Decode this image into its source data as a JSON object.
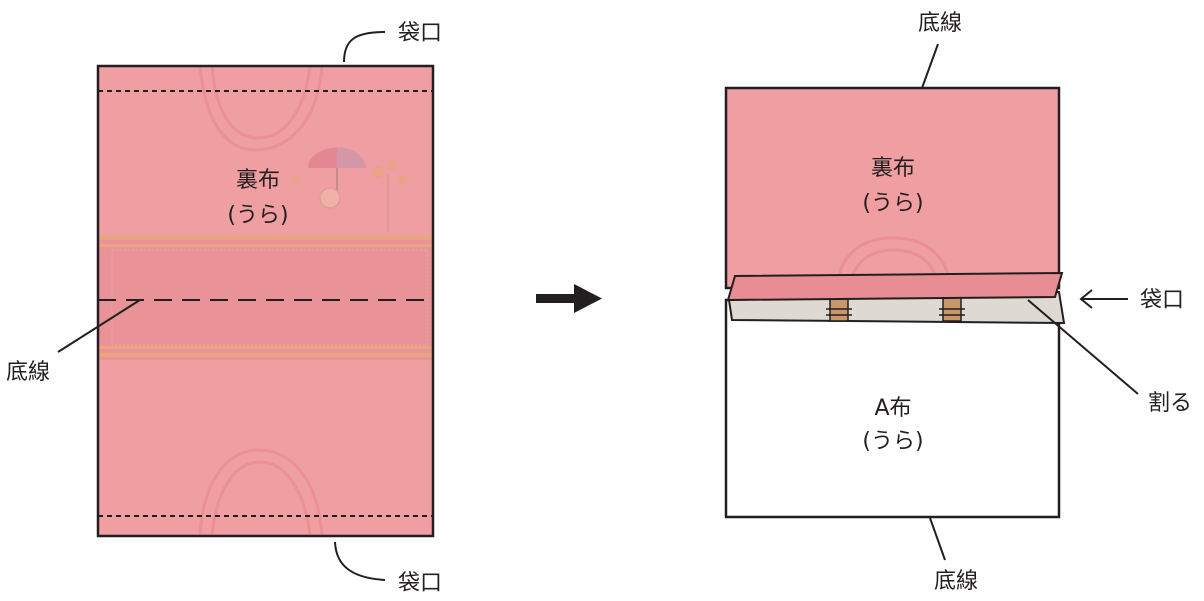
{
  "left": {
    "top_opening_label": "袋口",
    "bottom_opening_label": "袋口",
    "bottom_line_label": "底線",
    "lining_title": "裏布",
    "lining_sub": "(うら)"
  },
  "arrow": {
    "icon": "right-arrow-icon"
  },
  "right": {
    "top_bottom_line_label": "底線",
    "bottom_bottom_line_label": "底線",
    "opening_label": "袋口",
    "press_open_label": "割る",
    "lining_title": "裏布",
    "lining_sub": "(うら)",
    "fabric_a_title": "A布",
    "fabric_a_sub": "(うら)"
  },
  "colors": {
    "lining_pink": "#ef9ea2",
    "lining_pink_dark": "#e78d93",
    "outline": "#231f20",
    "strap_tan": "#c9986a",
    "fold_gray": "#dedad2",
    "white": "#ffffff"
  }
}
